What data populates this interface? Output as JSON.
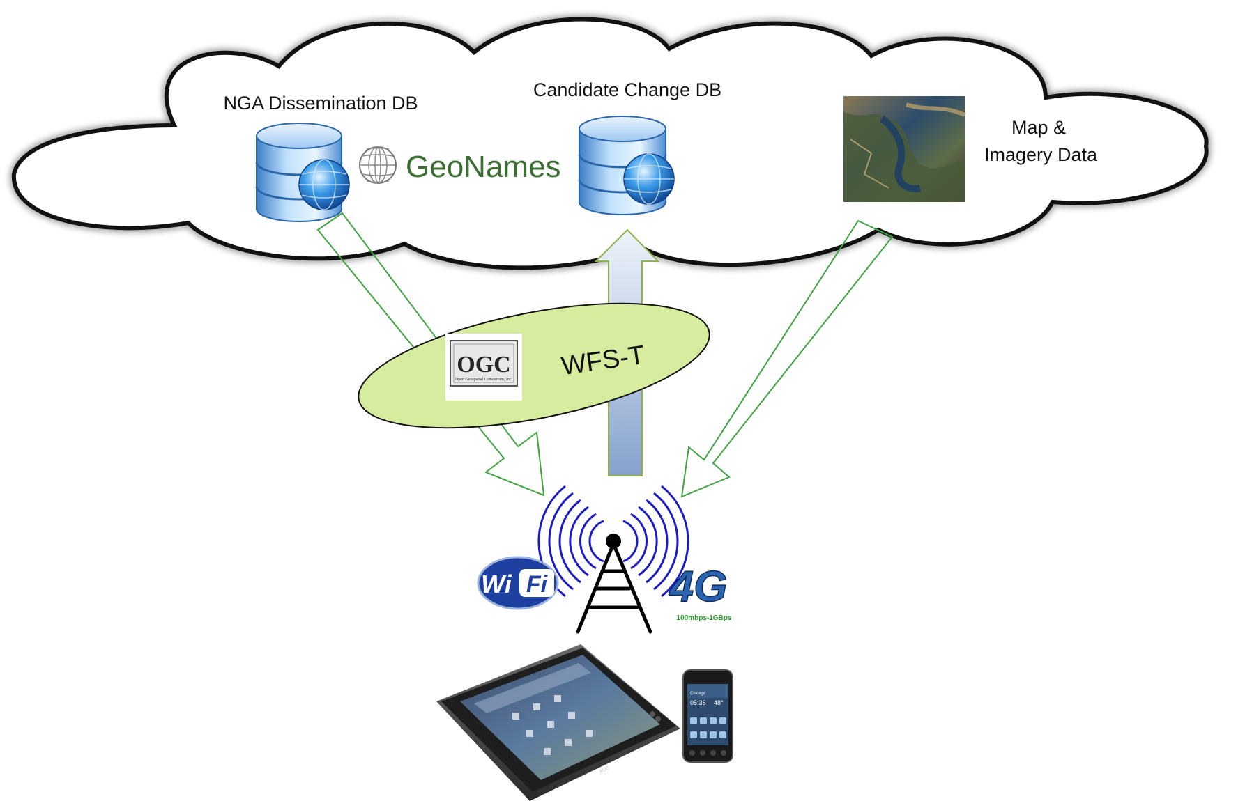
{
  "cloud": {
    "db1": {
      "label": "NGA Dissemination DB"
    },
    "geonames": {
      "label": "GeoNames"
    },
    "db2": {
      "label": "Candidate Change DB"
    },
    "imagery": {
      "label_line1": "Map &",
      "label_line2": "Imagery Data"
    }
  },
  "protocol": {
    "logo": "OGC",
    "logo_subtitle": "Open Geospatial Consortium, Inc.",
    "label": "WFS-T"
  },
  "network": {
    "wifi_part1": "Wi",
    "wifi_part2": "Fi",
    "fourg": "4G",
    "fourg_speed": "100mbps-1GBps"
  },
  "devices": {
    "phone_city": "Chicago",
    "phone_time": "05:35",
    "phone_temp": "48°",
    "tablet_brand": "AOC"
  },
  "colors": {
    "arrow_green": "#3fa33f",
    "ellipse_fill": "#d6eda0",
    "upload_arrow_top": "#e8eef7",
    "upload_arrow_bottom": "#8fa8cf",
    "geonames_green": "#3b6e31",
    "antenna_blue": "#1a1ac8",
    "wifi_blue": "#1d3fa0"
  }
}
